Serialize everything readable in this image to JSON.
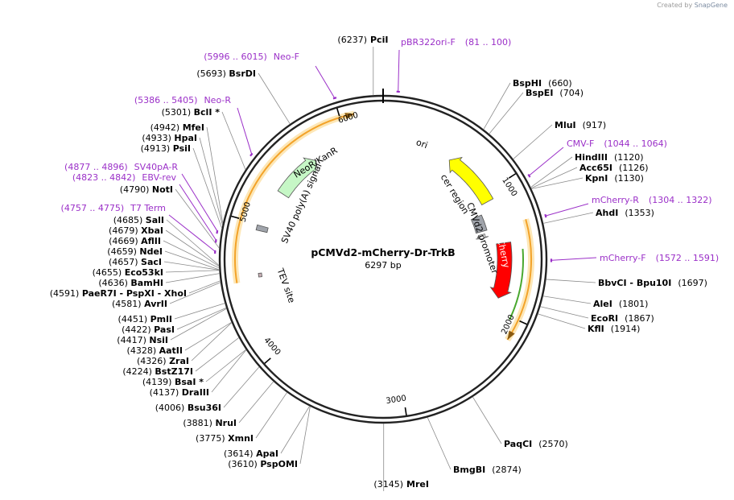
{
  "credit": {
    "prefix": "Created by",
    "brand": "SnapGene"
  },
  "plasmid": {
    "name": "pCMVd2-mCherry-Dr-TrkB",
    "size": 6297,
    "size_label": "6297 bp"
  },
  "ticks": [
    {
      "pos": 1000,
      "label": "1000"
    },
    {
      "pos": 2000,
      "label": "2000"
    },
    {
      "pos": 3000,
      "label": "3000"
    },
    {
      "pos": 4000,
      "label": "4000"
    },
    {
      "pos": 5000,
      "label": "5000"
    },
    {
      "pos": 6000,
      "label": "6000"
    }
  ],
  "features": [
    {
      "name": "ori",
      "start": 590,
      "end": 1070,
      "color": "#ffff00",
      "strand": -1,
      "text": "ori"
    },
    {
      "name": "cer region",
      "start": 1150,
      "end": 1300,
      "color": "#a0a4ab",
      "strand": 0,
      "text": "cer region"
    },
    {
      "name": "CMVd2 promoter",
      "start": 1330,
      "end": 1370,
      "color": "#ffffff",
      "strand": 1,
      "text": "CMVd2 promoter"
    },
    {
      "name": "mCherry",
      "start": 1440,
      "end": 1900,
      "color": "#ff0000",
      "strand": 1,
      "text": "mCherry"
    },
    {
      "name": "NeoR/KanR",
      "start": 5300,
      "end": 5700,
      "color": "#c6f7c6",
      "strand": 1,
      "text": "NeoR/KanR"
    },
    {
      "name": "SV40 poly(A) signal",
      "start": 4950,
      "end": 4990,
      "color": "#a0a4ab",
      "strand": 0,
      "text": "SV40 poly(A) signal"
    },
    {
      "name": "TEV site",
      "start": 4580,
      "end": 4610,
      "color": "#c9b0b6",
      "strand": 0,
      "text": "TEV site"
    }
  ],
  "orfs": [
    {
      "start": 1300,
      "end": 2150,
      "strand": 1
    },
    {
      "start": 4560,
      "end": 6100,
      "strand": 1
    }
  ],
  "sites_right": [
    {
      "name": "PciI",
      "pos_text": "(6237)",
      "pos": 6237,
      "side": "left-of-name"
    },
    {
      "name": "BspHI",
      "pos_text": "(660)",
      "pos": 660
    },
    {
      "name": "BspEI",
      "pos_text": "(704)",
      "pos": 704
    },
    {
      "name": "MluI",
      "pos_text": "(917)",
      "pos": 917
    },
    {
      "name": "HindIII",
      "pos_text": "(1120)",
      "pos": 1120
    },
    {
      "name": "Acc65I",
      "pos_text": "(1126)",
      "pos": 1126
    },
    {
      "name": "KpnI",
      "pos_text": "(1130)",
      "pos": 1130
    },
    {
      "name": "AhdI",
      "pos_text": "(1353)",
      "pos": 1353
    },
    {
      "name": "BbvCI  -  Bpu10I",
      "pos_text": "(1697)",
      "pos": 1697
    },
    {
      "name": "AleI",
      "pos_text": "(1801)",
      "pos": 1801
    },
    {
      "name": "EcoRI",
      "pos_text": "(1867)",
      "pos": 1867
    },
    {
      "name": "KflI",
      "pos_text": "(1914)",
      "pos": 1914
    },
    {
      "name": "PaqCI",
      "pos_text": "(2570)",
      "pos": 2570
    },
    {
      "name": "BmgBI",
      "pos_text": "(2874)",
      "pos": 2874
    },
    {
      "name": "MreI",
      "pos_text": "(3145)",
      "pos": 3145,
      "side": "left-of-name"
    }
  ],
  "sites_left": [
    {
      "name": "BsrDI",
      "pos_text": "(5693)",
      "pos": 5693
    },
    {
      "name": "BclI *",
      "pos_text": "(5301)",
      "pos": 5301
    },
    {
      "name": "MfeI",
      "pos_text": "(4942)",
      "pos": 4942
    },
    {
      "name": "HpaI",
      "pos_text": "(4933)",
      "pos": 4933
    },
    {
      "name": "PsiI",
      "pos_text": "(4913)",
      "pos": 4913
    },
    {
      "name": "NotI",
      "pos_text": "(4790)",
      "pos": 4790
    },
    {
      "name": "SalI",
      "pos_text": "(4685)",
      "pos": 4685
    },
    {
      "name": "XbaI",
      "pos_text": "(4679)",
      "pos": 4679
    },
    {
      "name": "AflII",
      "pos_text": "(4669)",
      "pos": 4669
    },
    {
      "name": "NdeI",
      "pos_text": "(4659)",
      "pos": 4659
    },
    {
      "name": "SacI",
      "pos_text": "(4657)",
      "pos": 4657
    },
    {
      "name": "Eco53kI",
      "pos_text": "(4655)",
      "pos": 4655
    },
    {
      "name": "BamHI",
      "pos_text": "(4636)",
      "pos": 4636
    },
    {
      "name": "PaeR7I  -  PspXI  -  XhoI",
      "pos_text": "(4591)",
      "pos": 4591
    },
    {
      "name": "AvrII",
      "pos_text": "(4581)",
      "pos": 4581
    },
    {
      "name": "PmlI",
      "pos_text": "(4451)",
      "pos": 4451
    },
    {
      "name": "PasI",
      "pos_text": "(4422)",
      "pos": 4422
    },
    {
      "name": "NsiI",
      "pos_text": "(4417)",
      "pos": 4417
    },
    {
      "name": "AatII",
      "pos_text": "(4328)",
      "pos": 4328
    },
    {
      "name": "ZraI",
      "pos_text": "(4326)",
      "pos": 4326
    },
    {
      "name": "BstZ17I",
      "pos_text": "(4224)",
      "pos": 4224
    },
    {
      "name": "BsaI *",
      "pos_text": "(4139)",
      "pos": 4139
    },
    {
      "name": "DraIII",
      "pos_text": "(4137)",
      "pos": 4137
    },
    {
      "name": "Bsu36I",
      "pos_text": "(4006)",
      "pos": 4006
    },
    {
      "name": "NruI",
      "pos_text": "(3881)",
      "pos": 3881
    },
    {
      "name": "XmnI",
      "pos_text": "(3775)",
      "pos": 3775
    },
    {
      "name": "ApaI",
      "pos_text": "(3614)",
      "pos": 3614
    },
    {
      "name": "PspOMI",
      "pos_text": "(3610)",
      "pos": 3610
    }
  ],
  "primers": [
    {
      "name": "pBR322ori-F",
      "range": "(81 .. 100)",
      "pos": 90
    },
    {
      "name": "Neo-F",
      "range": "(5996 .. 6015)",
      "pos": 6005
    },
    {
      "name": "Neo-R",
      "range": "(5386 .. 5405)",
      "pos": 5395
    },
    {
      "name": "CMV-F",
      "range": "(1044 .. 1064)",
      "pos": 1054
    },
    {
      "name": "mCherry-R",
      "range": "(1304 .. 1322)",
      "pos": 1313
    },
    {
      "name": "mCherry-F",
      "range": "(1572 .. 1591)",
      "pos": 1581
    },
    {
      "name": "SV40pA-R",
      "range": "(4877 .. 4896)",
      "pos": 4886
    },
    {
      "name": "EBV-rev",
      "range": "(4823 .. 4842)",
      "pos": 4832
    },
    {
      "name": "T7 Term",
      "range": "(4757 .. 4775)",
      "pos": 4766
    }
  ],
  "colors": {
    "backbone": "#222222",
    "primer": "#9b30c8",
    "orf": "#f3a32a",
    "mcherry_orf": "#49a82f"
  }
}
